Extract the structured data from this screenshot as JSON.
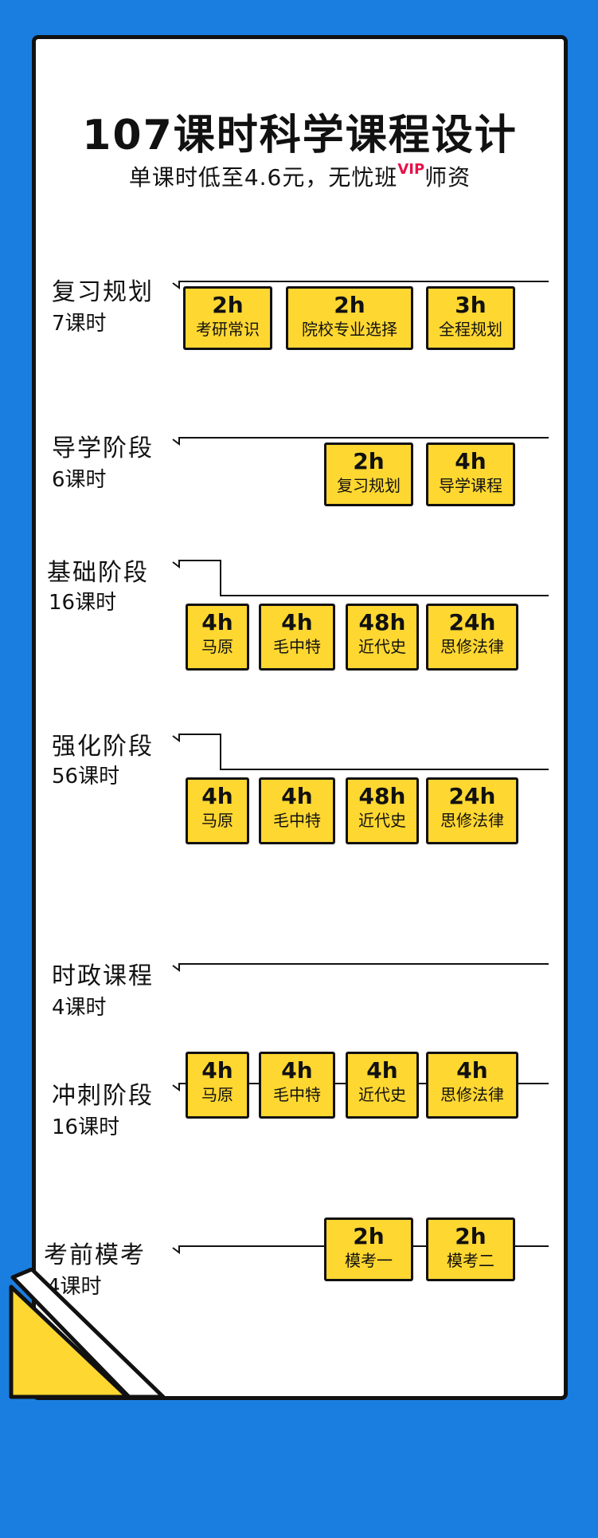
{
  "header": {
    "title": "107课时科学课程设计",
    "subtitle_main": "单课时低至4.6元，无忧班",
    "subtitle_vip": "VIP",
    "subtitle_tail": "师资"
  },
  "sections": [
    {
      "name": "复习规划",
      "hours": "7课时",
      "modules": [
        {
          "h": "2h",
          "n": "考研常识"
        },
        {
          "h": "2h",
          "n": "院校专业选择"
        },
        {
          "h": "3h",
          "n": "全程规划"
        }
      ]
    },
    {
      "name": "导学阶段",
      "hours": "6课时",
      "modules": [
        {
          "h": "2h",
          "n": "复习规划"
        },
        {
          "h": "4h",
          "n": "导学课程"
        }
      ]
    },
    {
      "name": "基础阶段",
      "hours": "16课时",
      "modules": [
        {
          "h": "4h",
          "n": "马原"
        },
        {
          "h": "4h",
          "n": "毛中特"
        },
        {
          "h": "48h",
          "n": "近代史"
        },
        {
          "h": "24h",
          "n": "思修法律"
        }
      ]
    },
    {
      "name": "强化阶段",
      "hours": "56课时",
      "modules": [
        {
          "h": "4h",
          "n": "马原"
        },
        {
          "h": "4h",
          "n": "毛中特"
        },
        {
          "h": "48h",
          "n": "近代史"
        },
        {
          "h": "24h",
          "n": "思修法律"
        }
      ]
    },
    {
      "name": "时政课程",
      "hours": "4课时",
      "modules": []
    },
    {
      "name": "冲刺阶段",
      "hours": "16课时",
      "modules": [
        {
          "h": "4h",
          "n": "马原"
        },
        {
          "h": "4h",
          "n": "毛中特"
        },
        {
          "h": "4h",
          "n": "近代史"
        },
        {
          "h": "4h",
          "n": "思修法律"
        }
      ]
    },
    {
      "name": "考前模考",
      "hours": "4课时",
      "modules": [
        {
          "h": "2h",
          "n": "模考一"
        },
        {
          "h": "2h",
          "n": "模考二"
        }
      ]
    }
  ],
  "colors": {
    "background": "#1a7ee0",
    "card": "#ffffff",
    "box_fill": "#ffd731",
    "outline": "#111111",
    "vip": "#e8104a"
  }
}
